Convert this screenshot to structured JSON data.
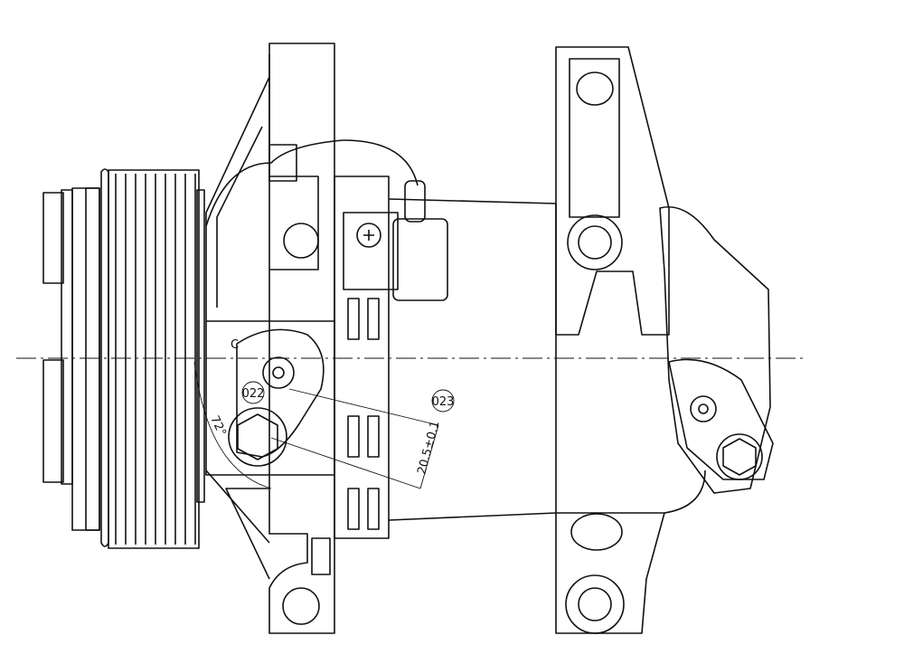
{
  "drawing": {
    "title": "AC compressor outline drawing",
    "labels": {
      "part_022": "022",
      "part_023": "023",
      "angle": "72°",
      "dimension": "20.5±0.1",
      "section_mark": "C"
    },
    "line_color": "#111111",
    "background": "#ffffff"
  }
}
